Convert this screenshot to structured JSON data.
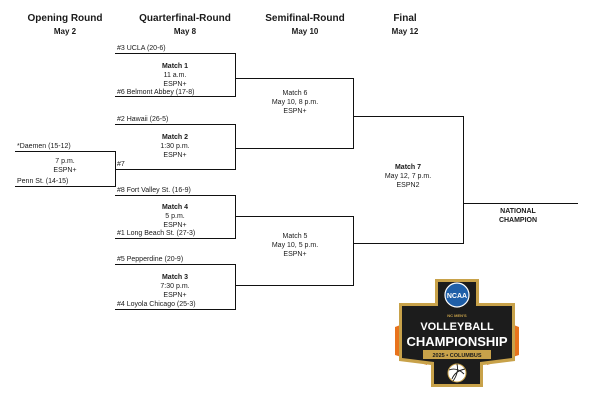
{
  "rounds": [
    {
      "title": "Opening Round",
      "date": "May 2"
    },
    {
      "title": "Quarterfinal-Round",
      "date": "May 8"
    },
    {
      "title": "Semifinal-Round",
      "date": "May 10"
    },
    {
      "title": "Final",
      "date": "May 12"
    }
  ],
  "opening": {
    "team_top": "*Daemen (15-12)",
    "team_bottom": "Penn St. (14-15)",
    "time": "7 p.m.",
    "network": "ESPN+",
    "advance_label": "#7"
  },
  "quarterfinals": [
    {
      "label": "Match 1",
      "time": "11 a.m.",
      "network": "ESPN+",
      "team_top": "#3 UCLA (20-6)",
      "team_bottom": "#6 Belmont Abbey (17-8)"
    },
    {
      "label": "Match 2",
      "time": "1:30 p.m.",
      "network": "ESPN+",
      "team_top": "#2 Hawaii (26-5)",
      "team_bottom": ""
    },
    {
      "label": "Match 4",
      "time": "5 p.m.",
      "network": "ESPN+",
      "team_top": "#8 Fort Valley St. (16-9)",
      "team_bottom": "#1 Long Beach St. (27-3)"
    },
    {
      "label": "Match 3",
      "time": "7:30 p.m.",
      "network": "ESPN+",
      "team_top": "#5 Pepperdine (20-9)",
      "team_bottom": "#4 Loyola Chicago (25-3)"
    }
  ],
  "semifinals": [
    {
      "label": "Match 6",
      "time": "May 10, 8 p.m.",
      "network": "ESPN+"
    },
    {
      "label": "Match 5",
      "time": "May 10, 5 p.m.",
      "network": "ESPN+"
    }
  ],
  "final": {
    "label": "Match 7",
    "time": "May 12, 7 p.m.",
    "network": "ESPN2"
  },
  "champion": {
    "line1": "NATIONAL",
    "line2": "CHAMPION"
  },
  "logo": {
    "small_text": "NC MEN'S",
    "line1": "VOLLEYBALL",
    "line2": "CHAMPIONSHIP",
    "year_city": "2025 • COLUMBUS",
    "ncaa": "NCAA",
    "colors": {
      "dark": "#1c1c1c",
      "gold": "#c8a24a",
      "orange": "#e8731c",
      "blue": "#1f5fa8"
    }
  }
}
